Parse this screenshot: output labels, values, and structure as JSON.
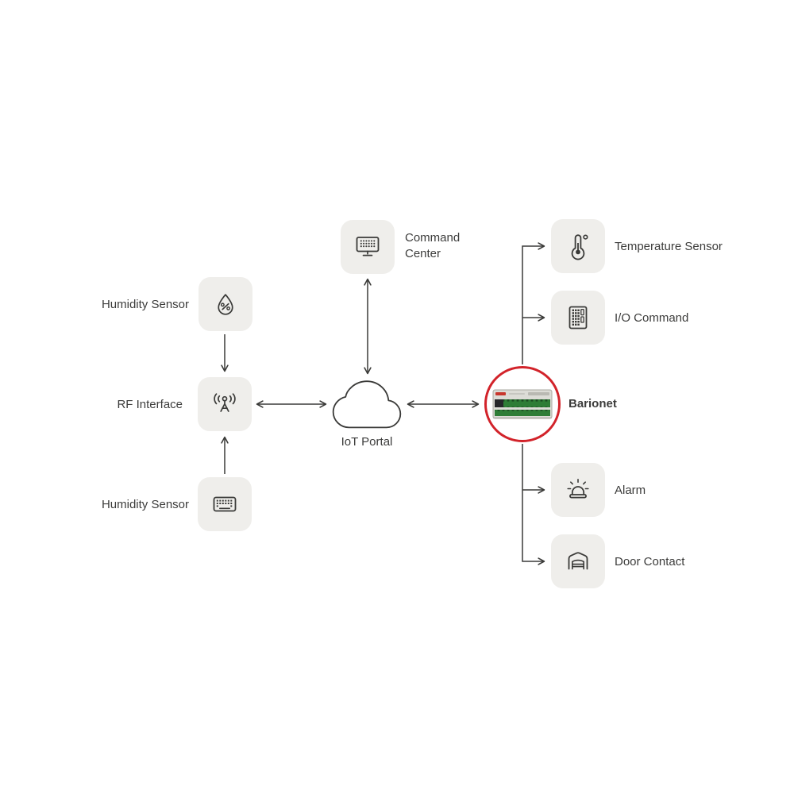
{
  "colors": {
    "background": "#ffffff",
    "tile_bg": "#efeeeb",
    "icon_stroke": "#3a3a38",
    "line": "#3a3a38",
    "text": "#3c3c3b",
    "highlight_ring": "#d2232a",
    "device_green": "#2e7d36"
  },
  "nodes": {
    "humidity_sensor_top": {
      "label": "Humidity Sensor",
      "icon": "droplet-percent-icon"
    },
    "rf_interface": {
      "label": "RF Interface",
      "icon": "antenna-icon"
    },
    "humidity_sensor_bottom": {
      "label": "Humidity Sensor",
      "icon": "keyboard-icon"
    },
    "command_center": {
      "label": "Command Center",
      "icon": "monitor-dashboard-icon"
    },
    "iot_portal": {
      "label": "IoT Portal",
      "icon": "cloud-icon"
    },
    "barionet": {
      "label": "Barionet",
      "icon": "barionet-device-image"
    },
    "temperature_sensor": {
      "label": "Temperature Sensor",
      "icon": "thermometer-icon"
    },
    "io_command": {
      "label": "I/O Command",
      "icon": "keypad-icon"
    },
    "alarm": {
      "label": "Alarm",
      "icon": "siren-icon"
    },
    "door_contact": {
      "label": "Door Contact",
      "icon": "garage-door-icon"
    }
  },
  "connections": [
    {
      "from": "humidity_sensor_top",
      "to": "rf_interface",
      "direction": "one-way"
    },
    {
      "from": "humidity_sensor_bottom",
      "to": "rf_interface",
      "direction": "one-way"
    },
    {
      "from": "rf_interface",
      "to": "iot_portal",
      "direction": "two-way"
    },
    {
      "from": "command_center",
      "to": "iot_portal",
      "direction": "two-way"
    },
    {
      "from": "iot_portal",
      "to": "barionet",
      "direction": "two-way"
    },
    {
      "from": "barionet",
      "to": "temperature_sensor",
      "direction": "one-way"
    },
    {
      "from": "barionet",
      "to": "io_command",
      "direction": "one-way"
    },
    {
      "from": "barionet",
      "to": "alarm",
      "direction": "one-way"
    },
    {
      "from": "barionet",
      "to": "door_contact",
      "direction": "one-way"
    }
  ]
}
